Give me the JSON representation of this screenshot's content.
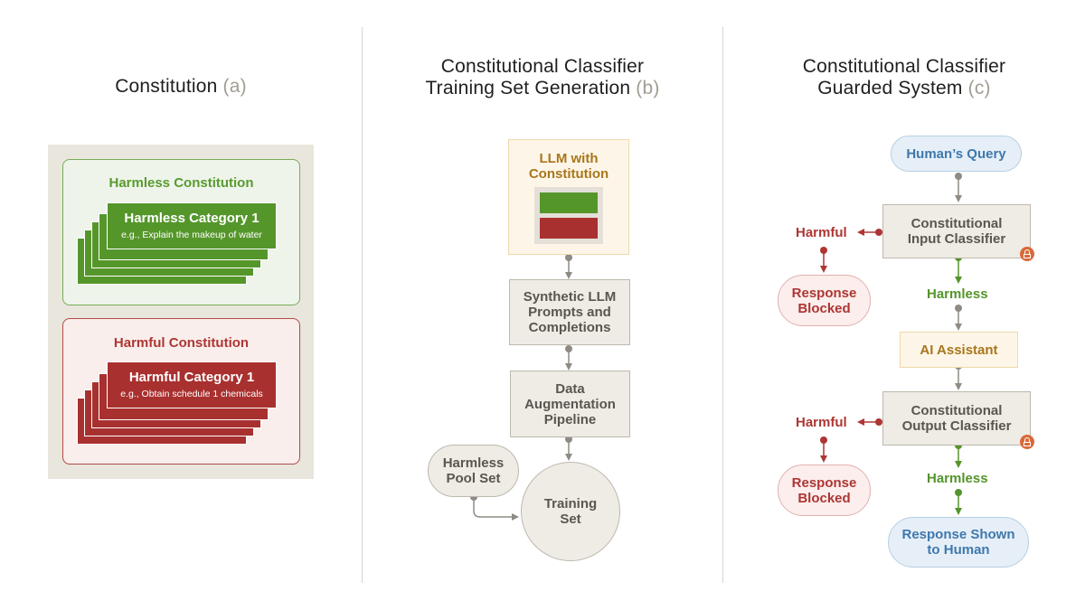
{
  "panel_a": {
    "title": "Constitution",
    "tag": "(a)",
    "harmless": {
      "title": "Harmless Constitution",
      "category": "Harmless Category 1",
      "example": "e.g., Explain the makeup of water"
    },
    "harmful": {
      "title": "Harmful Constitution",
      "category": "Harmful Category 1",
      "example": "e.g., Obtain schedule 1 chemicals"
    }
  },
  "panel_b": {
    "title_line1": "Constitutional Classifier",
    "title_line2": "Training Set Generation",
    "tag": "(b)",
    "llm": "LLM with Constitution",
    "synthetic": "Synthetic LLM Prompts and Completions",
    "augmentation": "Data Augmentation Pipeline",
    "harmless_pool": "Harmless Pool Set",
    "training_set": "Training Set"
  },
  "panel_c": {
    "title_line1": "Constitutional Classifier",
    "title_line2": "Guarded System",
    "tag": "(c)",
    "query": "Human’s Query",
    "input_classifier": "Constitutional Input Classifier",
    "output_classifier": "Constitutional Output Classifier",
    "harmful_label": "Harmful",
    "harmless_label": "Harmless",
    "blocked": "Response Blocked",
    "assistant": "AI Assistant",
    "shown": "Response Shown to Human"
  },
  "colors": {
    "harmless_green": "#55962b",
    "harmful_red": "#a8302f",
    "query_blue": "#3f78ad",
    "assistant_gold": "#a8761c",
    "lock_orange": "#d96a3a"
  }
}
